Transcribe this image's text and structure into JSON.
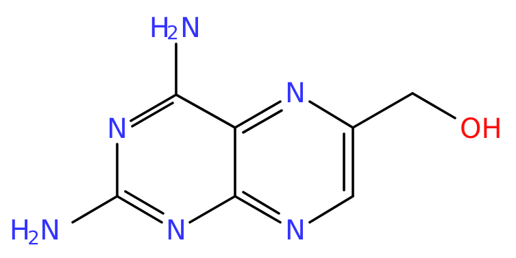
{
  "colors": {
    "background": "#ffffff",
    "bond": "#000000",
    "nitrogen": "#3333ff",
    "oxygen": "#ff0d0d"
  },
  "labels": {
    "n_pyrimidine_left": "N",
    "n_pyrimidine_bottom": "N",
    "n_pyrazine_top": "N",
    "n_pyrazine_bottom": "N",
    "amine_top": {
      "main": "H",
      "sub": "2",
      "tail": "N"
    },
    "amine_bottom": {
      "main": "H",
      "sub": "2",
      "tail": "N"
    },
    "hydroxyl": "OH"
  }
}
